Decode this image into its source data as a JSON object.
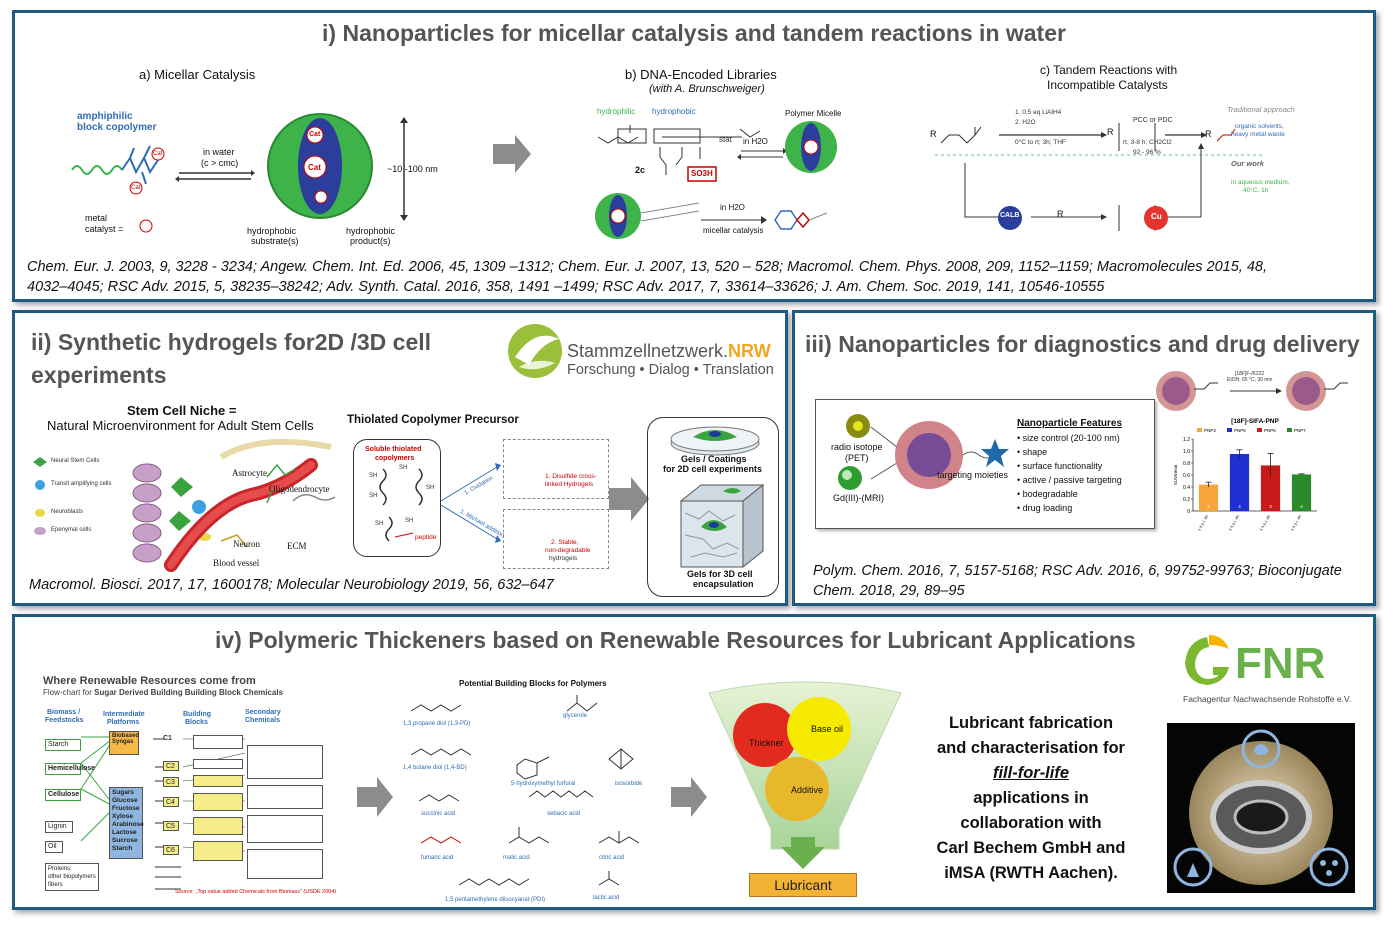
{
  "panel1": {
    "title": "i) Nanoparticles for micellar catalysis and tandem reactions in water",
    "sub_a": "a) Micellar Catalysis",
    "sub_b": "b) DNA-Encoded Libraries",
    "sub_b_note": "(with A. Brunschweiger)",
    "sub_c_line1": "c) Tandem Reactions with",
    "sub_c_line2": "Incompatible Catalysts",
    "amphiphilic": "amphiphilic",
    "block_copolymer": "block copolymer",
    "metal_catalyst": "metal",
    "metal_catalyst2": "catalyst =",
    "in_water": "in water",
    "cmc": "(c > cmc)",
    "size": "~10 -100 nm",
    "hydrophobic_substrate": "hydrophobic",
    "substrate2": "substrate(s)",
    "hydrophobic_product": "hydrophobic",
    "product2": "product(s)",
    "cat": "Cat",
    "hydrophilic": "hydrophilic",
    "hydrophobic_tag": "hydrophobic",
    "polymer_micelle": "Polymer Micelle",
    "in_h2o": "in H2O",
    "micellar_catalysis": "micellar catalysis",
    "compound": "2c",
    "so3h": "SO3H",
    "stat": "stat",
    "reagents1": "1. 0.5 eq LiAlH4",
    "reagents2": "2. H2O",
    "reagents3": "0°C to rt; 3h; THF",
    "pcc": "PCC  or PDC",
    "pcc2": "rt, 3-8 h;  CH2Cl2",
    "pcc3": "92 - 96 %",
    "traditional": "Traditional approach",
    "organic": "organic solvents,",
    "heavy": "heavy metal waste",
    "our_work": "Our work",
    "aqueous": "in aqueous medium,",
    "aqueous2": "40°C, 1h",
    "calb": "CALB",
    "cu": "Cu",
    "r": "R",
    "refs_line1": "Chem. Eur. J. 2003, 9, 3228 - 3234; Angew. Chem. Int. Ed. 2006, 45, 1309 –1312; Chem. Eur. J. 2007, 13, 520 – 528; Macromol. Chem. Phys. 2008, 209, 1152–1159; Macromolecules 2015, 48,",
    "refs_line2": "4032–4045; RSC Adv. 2015, 5, 38235–38242; Adv. Synth. Catal. 2016, 358, 1491 –1499; RSC Adv.  2017, 7, 33614–33626; J. Am. Chem. Soc. 2019, 141, 10546-10555"
  },
  "panel2": {
    "title_line1": "ii) Synthetic hydrogels for2D /3D cell",
    "title_line2": "experiments",
    "logo_name": "Stammzellnetzwerk.",
    "logo_nrw": "NRW",
    "logo_tagline": "Forschung • Dialog • Translation",
    "niche_title": "Stem Cell Niche =",
    "niche_sub": "Natural Microenvironment for Adult Stem Cells",
    "legend": [
      "Neural Stem Cells",
      "Transit amplifying cells",
      "Neuroblasts",
      "Epenymal cells"
    ],
    "astrocyte": "Astrocyte",
    "oligodendrocyte": "Oligodendrocyte",
    "neuron": "Neuron",
    "ecm": "ECM",
    "blood_vessel": "Blood vessel",
    "precursor_title": "Thiolated Copolymer Precursor",
    "soluble": "Soluble thiolated",
    "copolymers": "copolymers",
    "sh": "SH",
    "peptide": "peptide",
    "oxidation": "1. Oxidation",
    "michael": "1. Michael addition",
    "disulfide": "1. Disulfide cross-",
    "disulfide2": "linked Hydrogels",
    "stable": "2. Stable,",
    "stable2": "non-degradable",
    "stable3": "hydrogels",
    "gels2d_1": "Gels / Coatings",
    "gels2d_2": "for 2D cell experiments",
    "gels3d_1": "Gels for 3D cell",
    "gels3d_2": "encapsulation",
    "refs": "Macromol. Biosci. 2017, 17, 1600178; Molecular Neurobiology 2019, 56, 632–647"
  },
  "panel3": {
    "title": "iii) Nanoparticles for diagnostics and drug delivery",
    "radio1": "radio isotope",
    "radio2": "(PET)",
    "gd": "Gd(III)-(MRI)",
    "targeting": "targeting moieties",
    "features_title": "Nanoparticle Features",
    "features": [
      "size control (20-100 nm)",
      "shape",
      "surface functionality",
      "active / passive targeting",
      "bodegradable",
      "drug loading"
    ],
    "rxn_top": "[18F]F-/K222",
    "rxn_bottom": "EtOH, 65 °C, 30 min",
    "refs_line1": "Polym. Chem. 2016, 7, 5157-5168; RSC Adv. 2016, 6, 99752-99763; Bioconjugate",
    "refs_line2": "Chem. 2018, 29, 89–95"
  },
  "chart_data": {
    "type": "bar",
    "title": "[18F]-SIFA-PNP",
    "ylabel": "SUVmean",
    "categories": [
      "PNP3",
      "PNP5",
      "PNP6",
      "PNP7"
    ],
    "values": [
      0.44,
      0.95,
      0.76,
      0.61
    ],
    "errors": [
      0.04,
      0.07,
      0.2,
      0.01
    ],
    "bar_labels": [
      "3",
      "4",
      "3",
      "4"
    ],
    "xlabels": [
      "1 h p.i. 4h",
      "1 h p.i. 4h",
      "1 h p.i. 4h",
      "1 h p.i. 4h"
    ],
    "ylim": [
      0,
      1.2
    ],
    "yticks": [
      "0",
      "0.2",
      "0.4",
      "0.6",
      "0.8",
      "1.0",
      "1.2"
    ],
    "colors": [
      "#f5a53a",
      "#1f2fd0",
      "#c81a1a",
      "#2a8a2a"
    ],
    "legend": [
      "PNP3",
      "PNP5",
      "PNP6",
      "PNP7"
    ]
  },
  "panel4": {
    "title": "iv) Polymeric Thickeners based on Renewable Resources for Lubricant Applications",
    "flow_title": "Where Renewable Resources come from",
    "flow_sub_a": "Flow-chart for ",
    "flow_sub_b": "Sugar Derived Building Building Block Chemicals",
    "col_biomass": "Biomass /",
    "col_biomass2": "Feedstocks",
    "col_platforms": "Intermediate",
    "col_platforms2": "Platforms",
    "col_building": "Building",
    "col_building2": "Blocks",
    "col_secondary": "Secondary",
    "col_secondary2": "Chemicals",
    "feedstocks": [
      "Starch",
      "Hemicellulose",
      "Cellulose",
      "Lignin",
      "Oil",
      "Proteins;",
      "other biopolymers",
      "fibers"
    ],
    "biobased": "Biobased",
    "syngas": "Syngas",
    "sugars": [
      "Sugars",
      "Glucose",
      "Fructose",
      "Xylose",
      "Arabinose",
      "Lactose",
      "Sucrose",
      "Starch"
    ],
    "blocks": [
      "C1",
      "C2",
      "C3",
      "C4",
      "C5",
      "C6"
    ],
    "source": "Source: „Top value added Chemicals from Biomass“ (USDE 2004)",
    "bb_title": "Potential Building Blocks for Polymers",
    "molecules": [
      "1,3 propane diol (1,3-PD)",
      "glycerole",
      "1,4 butane diol (1,4-BD)",
      "5-hydroxymethyl furfural",
      "isosorbide",
      "succinic acid",
      "sebacic acid",
      "fumaric acid",
      "malic acid",
      "citric acid",
      "1,5 pentamethylene diisocyanat (PDI)",
      "lactic acid"
    ],
    "thickner": "Thickner",
    "base_oil": "Base oil",
    "additive": "Additive",
    "lubricant": "Lubricant",
    "text_lines": [
      "Lubricant fabrication",
      "and characterisation for",
      "fill-for-life",
      "applications in",
      "collaboration with",
      "Carl Bechem GmbH and",
      "iMSA (RWTH Aachen)."
    ],
    "fnr": "FNR",
    "fnr_sub": "Fachagentur Nachwachsende Rohstoffe e.V."
  }
}
